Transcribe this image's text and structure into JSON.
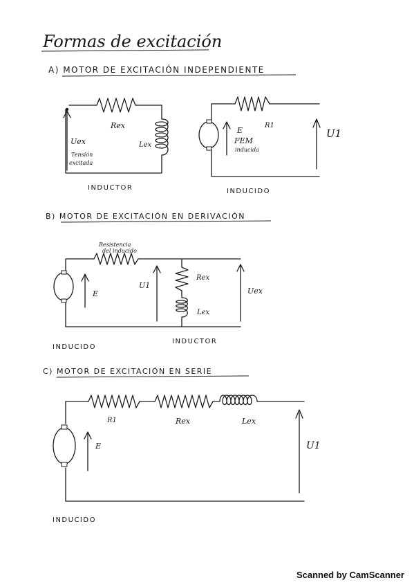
{
  "title": "Formas de excitación",
  "sections": [
    {
      "heading": "A) MOTOR DE EXCITACIÓN INDEPENDIENTE",
      "left_circuit": {
        "resistor_label": "Rex",
        "inductor_label": "Lex",
        "voltage_label": "Uex",
        "voltage_note_line1": "Tensión",
        "voltage_note_line2": "excitada",
        "caption": "INDUCTOR"
      },
      "right_circuit": {
        "resistor_label": "R1",
        "emf_label": "E",
        "emf_note": "FEM",
        "emf_note_sub": "inducida",
        "voltage_label": "U1",
        "caption": "INDUCIDO"
      }
    },
    {
      "heading": "B) MOTOR DE EXCITACIÓN EN DERIVACIÓN",
      "resistor_note_line1": "Resistencia",
      "resistor_note_line2": "del inducido",
      "emf_label": "E",
      "voltage_label": "U1",
      "field_resistor_label": "Rex",
      "field_inductor_label": "Lex",
      "field_voltage_label": "Uex",
      "caption_left": "INDUCIDO",
      "caption_right": "INDUCTOR"
    },
    {
      "heading": "C) MOTOR DE EXCITACIÓN EN SERIE",
      "r1_label": "R1",
      "rex_label": "Rex",
      "lex_label": "Lex",
      "emf_label": "E",
      "voltage_label": "U1",
      "caption": "INDUCIDO"
    }
  ],
  "footer": "Scanned by CamScanner"
}
